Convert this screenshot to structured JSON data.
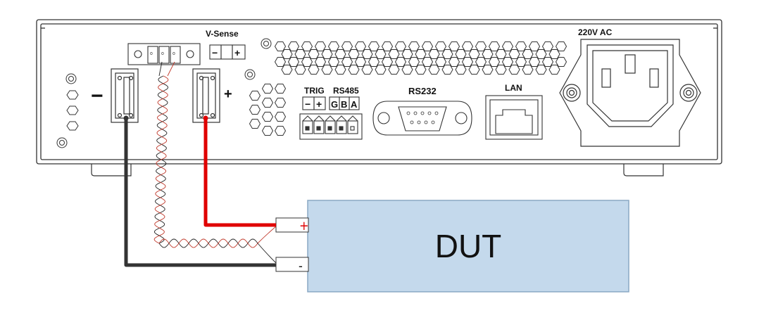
{
  "panel": {
    "vsense_label": "V-Sense",
    "vsense_minus": "−",
    "vsense_plus": "+",
    "output_minus": "−",
    "output_plus": "+",
    "trig_label": "TRIG",
    "trig_minus": "−",
    "trig_plus": "+",
    "rs485_label": "RS485",
    "rs485_pins": [
      "G",
      "B",
      "A"
    ],
    "rs232_label": "RS232",
    "lan_label": "LAN",
    "power_label": "220V AC"
  },
  "dut": {
    "label": "DUT",
    "plus_terminal": "+",
    "minus_terminal": "-"
  },
  "colors": {
    "positive_wire": "#e00000",
    "negative_wire": "#333333",
    "sense_wire": "#c0392b",
    "dut_fill": "#c4d9ec",
    "dut_border": "#8aa8c4",
    "panel_line": "#333333"
  }
}
